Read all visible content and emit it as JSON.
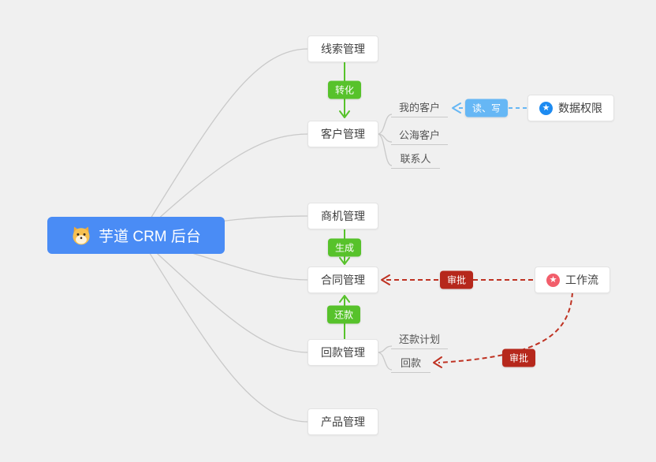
{
  "root": {
    "label": "芋道 CRM 后台"
  },
  "modules": [
    {
      "id": "lead",
      "label": "线索管理"
    },
    {
      "id": "customer",
      "label": "客户管理"
    },
    {
      "id": "opportunity",
      "label": "商机管理"
    },
    {
      "id": "contract",
      "label": "合同管理"
    },
    {
      "id": "receivable",
      "label": "回款管理"
    },
    {
      "id": "product",
      "label": "产品管理"
    }
  ],
  "customer_children": [
    {
      "label": "我的客户"
    },
    {
      "label": "公海客户"
    },
    {
      "label": "联系人"
    }
  ],
  "receivable_children": [
    {
      "label": "还款计划"
    },
    {
      "label": "回款"
    }
  ],
  "side_nodes": {
    "data_permission": {
      "label": "数据权限",
      "icon": "star-in-blue-circle"
    },
    "workflow": {
      "label": "工作流",
      "icon": "star-in-red-circle"
    }
  },
  "edge_labels": {
    "convert": {
      "label": "转化"
    },
    "generate": {
      "label": "生成"
    },
    "repay": {
      "label": "还款"
    },
    "read_write": {
      "label": "读、写"
    },
    "approve_contract": {
      "label": "审批"
    },
    "approve_receivable": {
      "label": "审批"
    }
  },
  "icons": {
    "root_logo": "dog-face-logo",
    "star": "★"
  },
  "colors": {
    "canvas_bg": "#f0f0f0",
    "root_bg": "#4a8cf5",
    "green_badge": "#57c22b",
    "blue_badge": "#66b7f5",
    "red_badge": "#b6281c",
    "red_dash_line": "#bf3222",
    "blue_dash_line": "#66b7f5",
    "branch_gray": "#c9c9c9",
    "star_blue": "#1d8bf1",
    "star_red": "#f25e6b"
  }
}
